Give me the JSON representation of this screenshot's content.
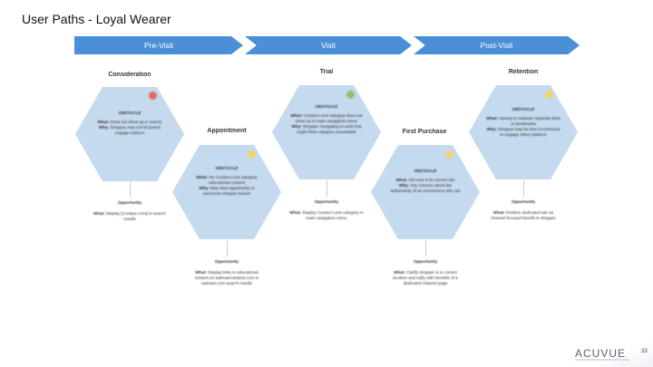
{
  "title": "User Paths - Loyal Wearer",
  "phases": [
    {
      "label": "Pre-Visit"
    },
    {
      "label": "Visit"
    },
    {
      "label": "Post-Visit"
    }
  ],
  "colors": {
    "phase_arrow": "#4a8fd8",
    "hexagon": "#c5d9ef",
    "status_red": "#e06b5e",
    "status_green": "#8fc46a",
    "status_yellow": "#f2d36b"
  },
  "stages": [
    {
      "name": "Consideration",
      "status": "red",
      "obstacle_header": "OBSTACLE",
      "what_label": "What:",
      "what": "Does not show up in search",
      "why_label": "Why:",
      "why": "Shopper may not hit [enter] engage redirect",
      "opportunity_header": "Opportunity",
      "opp_what_label": "What:",
      "opp_what": "Display [Contact Lens] in search results"
    },
    {
      "name": "Appointment",
      "status": "yellow",
      "obstacle_header": "OBSTACLE",
      "what_label": "What:",
      "what": "No Contact Lens category educational content",
      "why_label": "Why:",
      "why": "May miss opportunity to overcome shopper barrier",
      "opportunity_header": "Opportunity",
      "opp_what_label": "What:",
      "opp_what": "Display links to educational content on walmartcontacts.com in walmart.com search results"
    },
    {
      "name": "Trial",
      "status": "green",
      "obstacle_header": "OBSTACLE",
      "what_label": "What:",
      "what": "Contact Lens category does not show up in main navigation menu",
      "why_label": "Why:",
      "why": "Shopper navigating to seek that might think category unavailable",
      "opportunity_header": "Opportunity",
      "opp_what_label": "What:",
      "opp_what": "Display Contact Lens category in main navigation menu"
    },
    {
      "name": "First Purchase",
      "status": "yellow",
      "obstacle_header": "OBSTACLE",
      "what_label": "What:",
      "what": "Not sure if on correct site",
      "why_label": "Why:",
      "why": "Any concern about the authenticity of an ecommerce site can",
      "opportunity_header": "Opportunity",
      "opp_what_label": "What:",
      "opp_what": "Clarify shopper is in correct location and edify with benefits of a dedicated channel page"
    },
    {
      "name": "Retention",
      "status": "yellow",
      "obstacle_header": "OBSTACLE",
      "what_label": "What:",
      "what": "Having to maintain separate links or bookmarks",
      "why_label": "Why:",
      "why": "Shopper may be less incentivized to engage either platform",
      "opportunity_header": "Opportunity",
      "opp_what_label": "What:",
      "opp_what": "Position dedicated site as channel focused benefit to shopper"
    }
  ],
  "footer": {
    "logo": "ACUVUE",
    "page_number": "33"
  }
}
